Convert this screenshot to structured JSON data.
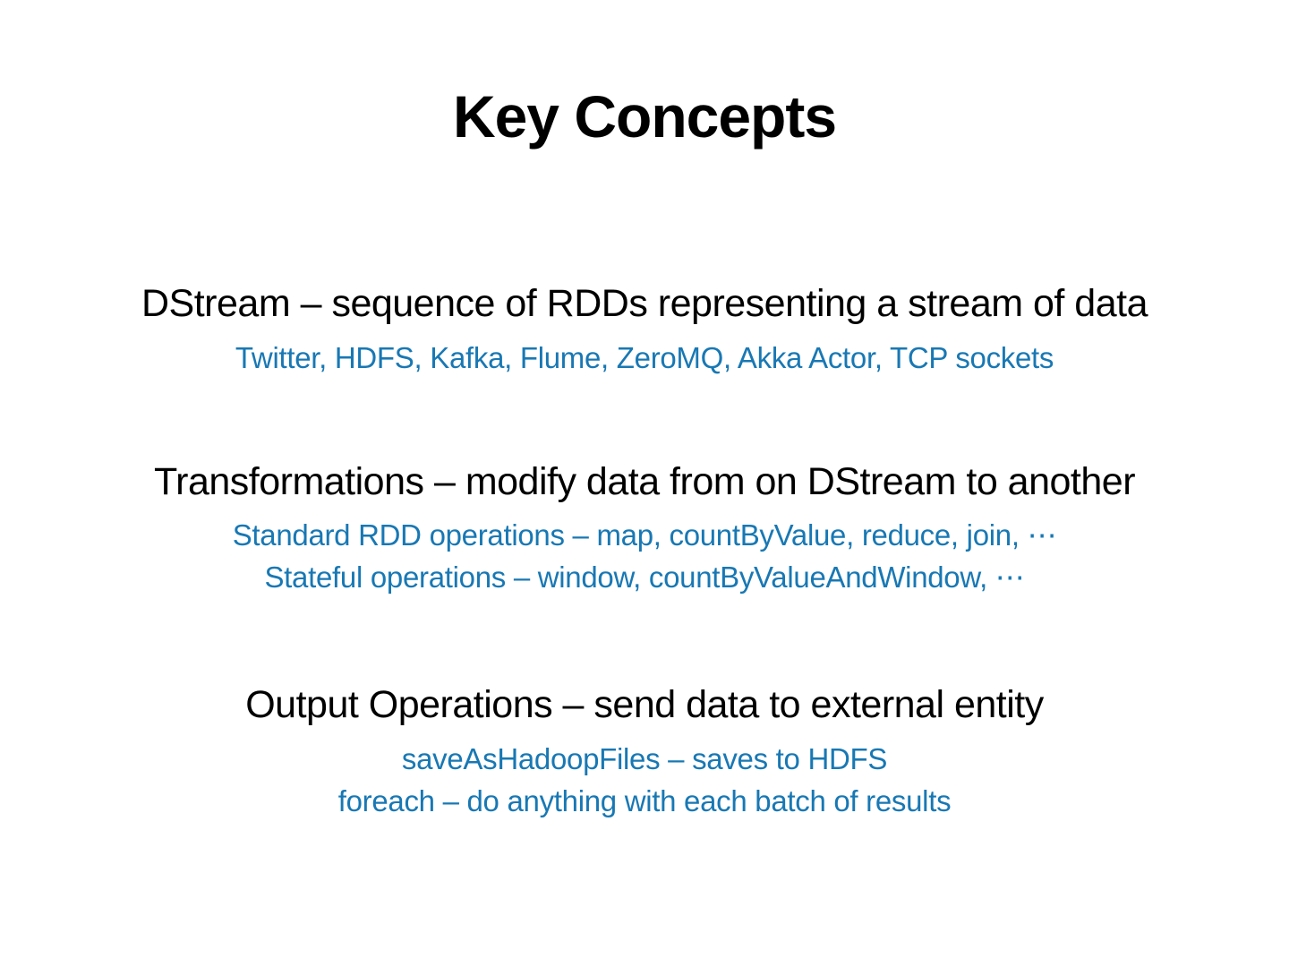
{
  "slide": {
    "title": "Key Concepts",
    "accent_color": "#1878B4",
    "sections": [
      {
        "heading": "DStream – sequence of RDDs representing a stream of data",
        "details": [
          "Twitter, HDFS, Kafka, Flume, ZeroMQ, Akka Actor, TCP sockets"
        ]
      },
      {
        "heading": "Transformations – modify data from on DStream to another",
        "details": [
          "Standard RDD operations – map, countByValue, reduce, join, ⋯",
          "Stateful operations – window, countByValueAndWindow, ⋯"
        ]
      },
      {
        "heading": "Output Operations – send data to external entity",
        "details": [
          "saveAsHadoopFiles – saves to HDFS",
          "foreach – do anything with each batch of results"
        ]
      }
    ]
  }
}
